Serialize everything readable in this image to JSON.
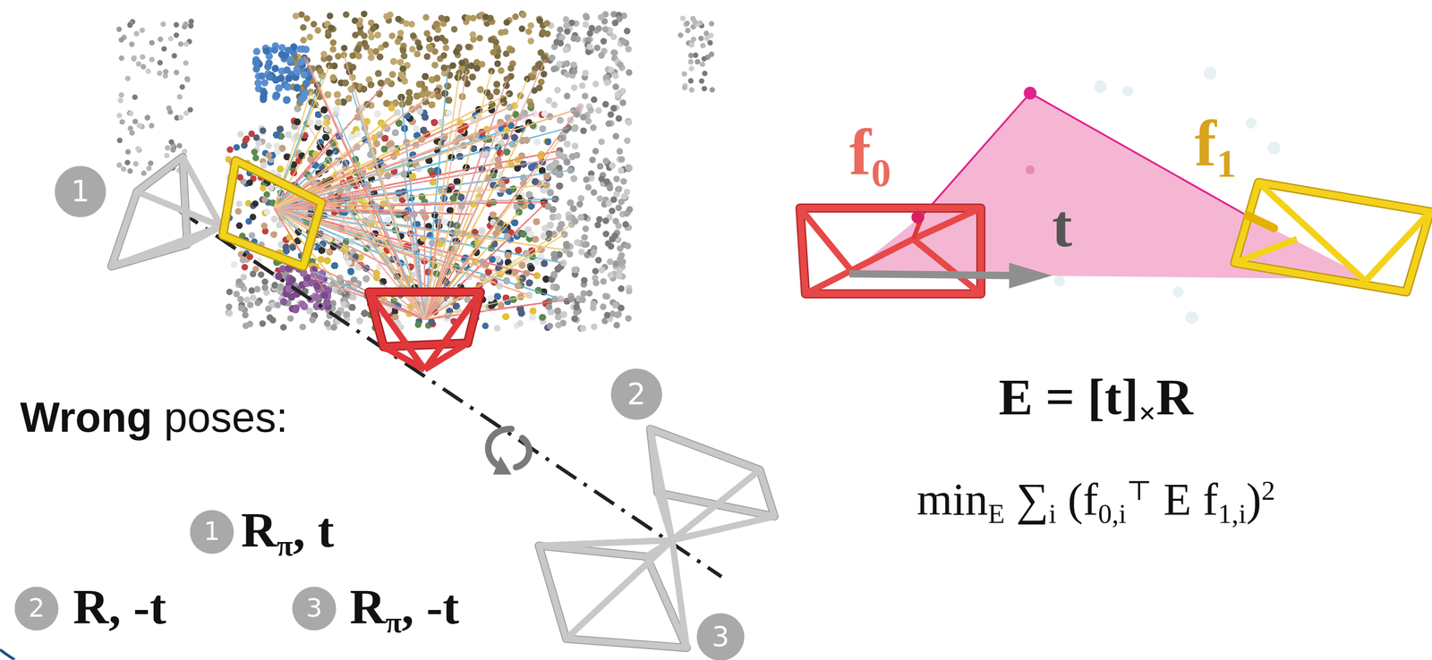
{
  "diagram": {
    "nodes": [
      {
        "text": [
          "1"
        ]
      },
      {
        "text": [
          "2"
        ]
      },
      {
        "text": [
          "1"
        ]
      },
      {
        "text": [
          "2"
        ]
      },
      {
        "text": [
          "3"
        ]
      },
      {
        "text": [
          "3"
        ]
      }
    ],
    "labels": [
      "Wrong poses:",
      "Rπ, t",
      "R, -t",
      "Rπ, -t",
      "f0",
      "f1",
      "t",
      "E = [t]×R",
      "minE ∑i (f0,i⊤ E f1,i)2"
    ]
  }
}
